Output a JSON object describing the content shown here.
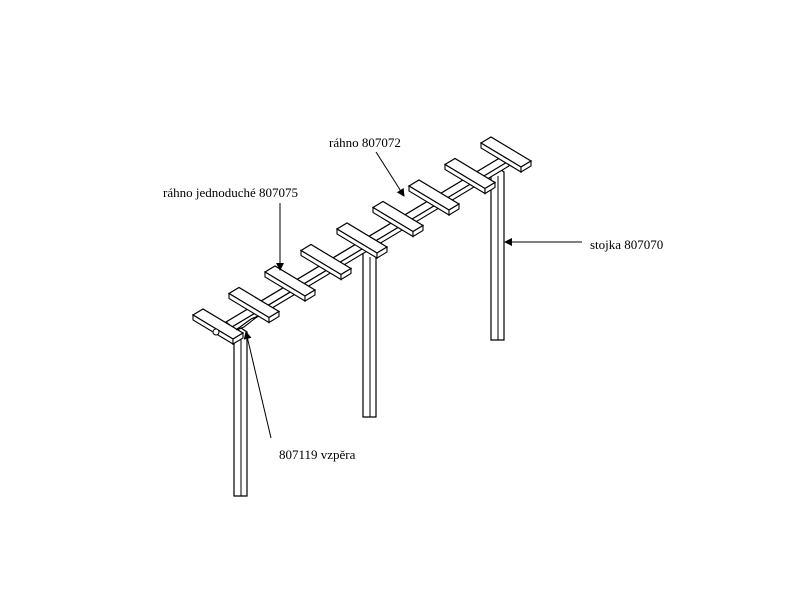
{
  "labels": {
    "rahno": "ráhno 807072",
    "rahno_jednoduche": "ráhno jednoduché 807075",
    "stojka": "stojka 807070",
    "vzpera": "807119 vzpěra"
  },
  "colors": {
    "line": "#000000",
    "fill": "#ffffff"
  }
}
